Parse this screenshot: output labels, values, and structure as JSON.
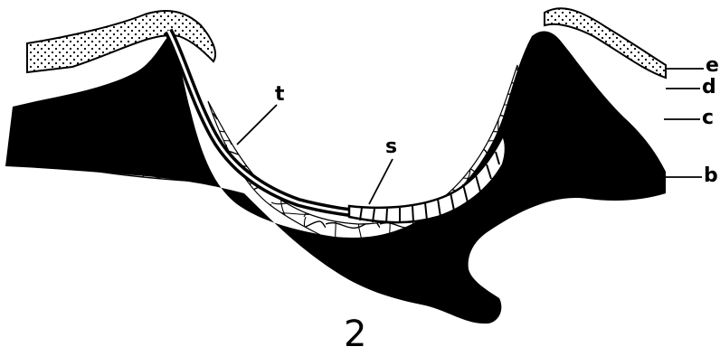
{
  "labels": {
    "e": "e",
    "d": "d",
    "c": "c",
    "b": "b",
    "t": "t",
    "s": "s"
  },
  "figure_number": "2"
}
